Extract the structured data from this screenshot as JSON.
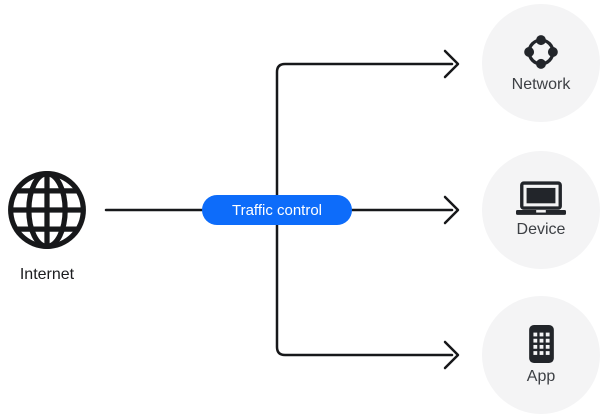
{
  "diagram": {
    "source": {
      "label": "Internet",
      "icon": "globe-icon"
    },
    "control": {
      "label": "Traffic control"
    },
    "targets": [
      {
        "label": "Network",
        "icon": "network-nodes-icon"
      },
      {
        "label": "Device",
        "icon": "laptop-icon"
      },
      {
        "label": "App",
        "icon": "app-grid-icon"
      }
    ],
    "colors": {
      "background": "#ffffff",
      "line": "#17181a",
      "node_fill": "#f4f4f5",
      "icon": "#22252a",
      "label": "#3d4045",
      "source_label": "#1b1c1e",
      "pill": "#0d6cfa",
      "pill_text": "#ffffff"
    }
  }
}
